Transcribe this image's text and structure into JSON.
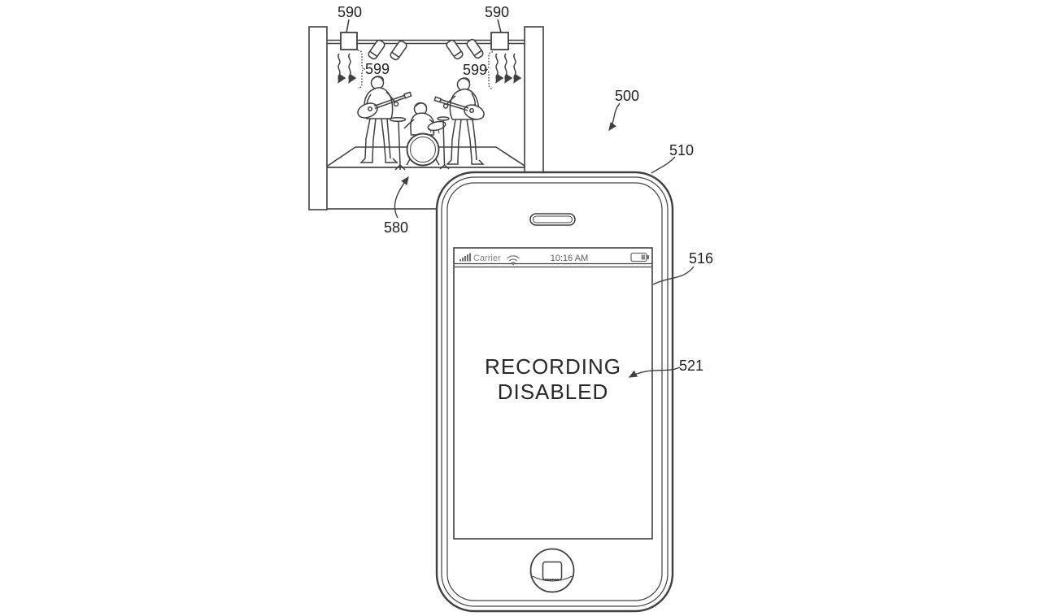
{
  "figure_type": "patent-drawing",
  "system": {
    "label": "500"
  },
  "stage": {
    "label": "580",
    "emitters": {
      "label": "590",
      "count": 2
    },
    "ir_signals": {
      "label": "599"
    },
    "icons": [
      "stage-light-icon",
      "ir-emitter-icon",
      "ir-wave-arrow-icon",
      "curly-brace-icon"
    ]
  },
  "phone": {
    "label": "510",
    "display": {
      "label": "516"
    },
    "message": {
      "label": "521",
      "line1": "RECORDING",
      "line2": "DISABLED"
    },
    "status_bar": {
      "carrier": "Carrier",
      "time": "10:16 AM",
      "icons": [
        "signal-bars-icon",
        "wifi-icon",
        "battery-icon"
      ]
    },
    "hardware_icons": [
      "earpiece-speaker",
      "home-button"
    ]
  },
  "colors": {
    "background": "#ffffff",
    "line": "#404040",
    "label_text": "#1f1f1f",
    "status_text": "#868686",
    "time_text": "#5d5d5d",
    "message_text": "#282828"
  }
}
